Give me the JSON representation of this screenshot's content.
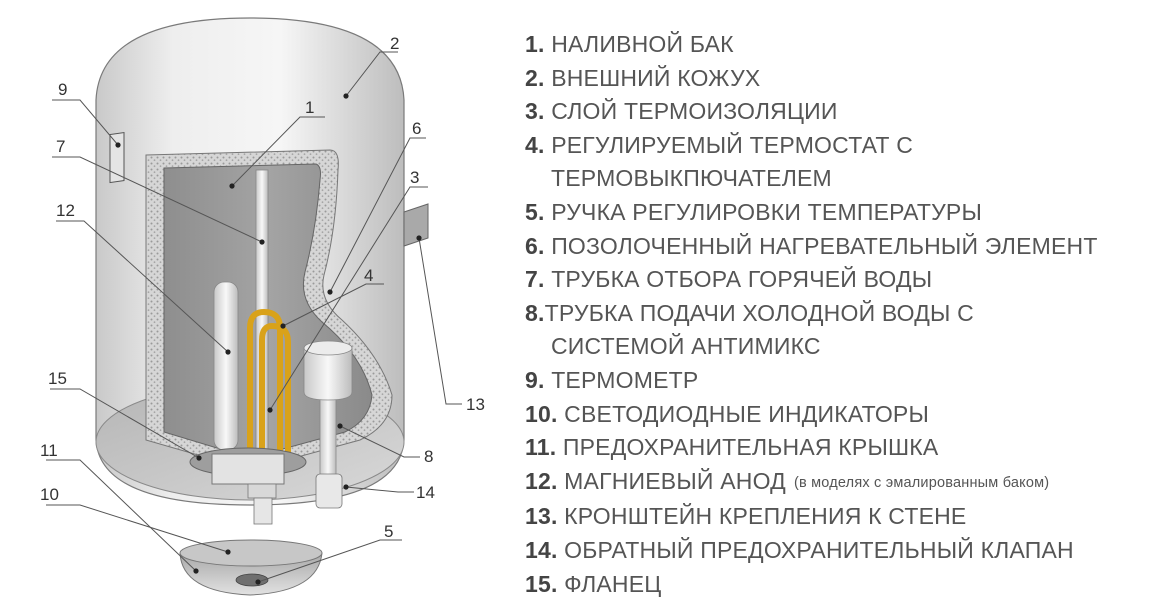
{
  "callouts": [
    "1",
    "2",
    "3",
    "4",
    "5",
    "6",
    "7",
    "8",
    "9",
    "10",
    "11",
    "12",
    "13",
    "14",
    "15"
  ],
  "legend": [
    {
      "num": "1.",
      "text": "НАЛИВНОЙ БАК"
    },
    {
      "num": "2.",
      "text": "ВНЕШНИЙ КОЖУХ"
    },
    {
      "num": "3.",
      "text": "СЛОЙ ТЕРМОИЗОЛЯЦИИ"
    },
    {
      "num": "4.",
      "text": "РЕГУЛИРУЕМЫЙ ТЕРМОСТАТ С",
      "cont": "ТЕРМОВЫКПЮЧАТЕЛЕМ"
    },
    {
      "num": "5.",
      "text": "РУЧКА РЕГУЛИРОВКИ ТЕМПЕРАТУРЫ"
    },
    {
      "num": "6.",
      "text": "ПОЗОЛОЧЕННЫЙ НАГРЕВАТЕЛЬНЫЙ ЭЛЕМЕНТ"
    },
    {
      "num": "7.",
      "text": "ТРУБКА ОТБОРА ГОРЯЧЕЙ ВОДЫ"
    },
    {
      "num": "8.",
      "text": "ТРУБКА ПОДАЧИ ХОЛОДНОЙ ВОДЫ С",
      "cont": "СИСТЕМОЙ АНТИМИКС"
    },
    {
      "num": "9.",
      "text": "ТЕРМОМЕТР"
    },
    {
      "num": "10.",
      "text": "СВЕТОДИОДНЫЕ ИНДИКАТОРЫ"
    },
    {
      "num": "11.",
      "text": "ПРЕДОХРАНИТЕЛЬНАЯ КРЫШКА"
    },
    {
      "num": "12.",
      "text": "МАГНИЕВЫЙ АНОД",
      "note": "(в моделях с эмалированным баком)"
    },
    {
      "num": "13.",
      "text": "КРОНШТЕЙН КРЕПЛЕНИЯ К СТЕНЕ"
    },
    {
      "num": "14.",
      "text": "ОБРАТНЫЙ ПРЕДОХРАНИТЕЛЬНЫЙ КЛАПАН"
    },
    {
      "num": "15.",
      "text": "ФЛАНЕЦ"
    }
  ]
}
